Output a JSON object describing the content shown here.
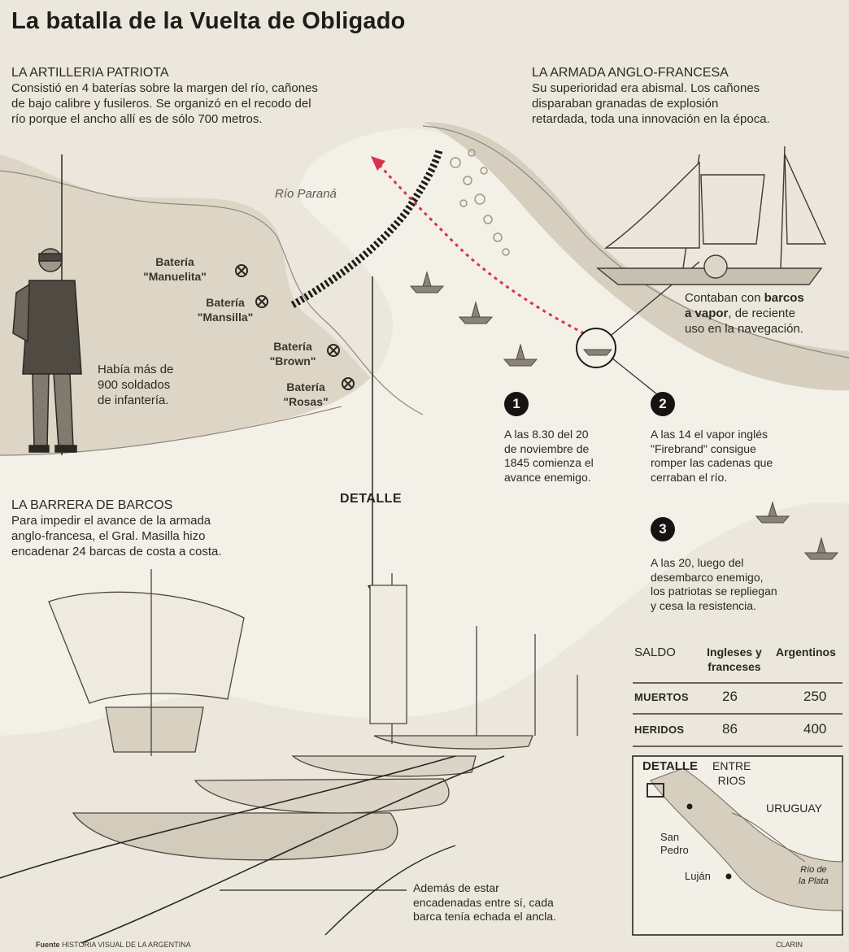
{
  "title": "La batalla de la Vuelta de Obligado",
  "artilleria": {
    "heading": "LA ARTILLERIA PATRIOTA",
    "lines": [
      "Consistió en 4 baterías sobre la margen del río, cañones",
      "de bajo calibre y fusileros. Se organizó en el recodo del",
      "río porque el ancho allí es de sólo 700 metros."
    ]
  },
  "armada": {
    "heading": "LA ARMADA ANGLO-FRANCESA",
    "lines": [
      "Su superioridad era abismal. Los cañones",
      "disparaban granadas de explosión",
      "retardada, toda una innovación en la época."
    ]
  },
  "river_label": "Río Paraná",
  "baterias": [
    {
      "line1": "Batería",
      "line2": "\"Manuelita\""
    },
    {
      "line1": "Batería",
      "line2": "\"Mansilla\""
    },
    {
      "line1": "Batería",
      "line2": "\"Brown\""
    },
    {
      "line1": "Batería",
      "line2": "\"Rosas\""
    }
  ],
  "soldados_lines": [
    "Había más de",
    "900 soldados",
    "de infantería."
  ],
  "vapor": {
    "line1_plain": "Contaban con ",
    "line1_bold": "barcos",
    "line2_bold": "a vapor",
    "line2_plain": ", de reciente",
    "line3": "uso en la navegación."
  },
  "events": [
    {
      "number": "1",
      "lines": [
        "A las 8.30 del 20",
        "de noviembre de",
        "1845 comienza el",
        "avance enemigo."
      ]
    },
    {
      "number": "2",
      "lines": [
        "A las 14 el vapor inglés",
        "\"Firebrand\" consigue",
        "romper las cadenas que",
        "cerraban el río."
      ]
    },
    {
      "number": "3",
      "lines": [
        "A las 20, luego del",
        "desembarco enemigo,",
        "los patriotas se repliegan",
        "y cesa la resistencia."
      ]
    }
  ],
  "detalle_label": "DETALLE",
  "barrera": {
    "heading": "LA BARRERA DE BARCOS",
    "lines": [
      "Para impedir el avance de la armada",
      "anglo-francesa, el Gral. Masilla hizo",
      "encadenar 24 barcas de costa a costa."
    ]
  },
  "saldo": {
    "title": "SALDO",
    "col1_line1": "Ingleses y",
    "col1_line2": "franceses",
    "col2": "Argentinos",
    "rows": [
      {
        "label": "MUERTOS",
        "ingleses": "26",
        "argentinos": "250"
      },
      {
        "label": "HERIDOS",
        "ingleses": "86",
        "argentinos": "400"
      }
    ]
  },
  "mapa": {
    "detalle": "DETALLE",
    "entre_rios_1": "ENTRE",
    "entre_rios_2": "RIOS",
    "uruguay": "URUGUAY",
    "san_pedro_1": "San",
    "san_pedro_2": "Pedro",
    "lujan": "Luján",
    "rio_plata_1": "Río de",
    "rio_plata_2": "la Plata"
  },
  "ancla_lines": [
    "Además de estar",
    "encadenadas entre sí, cada",
    "barca tenía echada el ancla."
  ],
  "source": {
    "bold": "Fuente",
    "text": " HISTORIA VISUAL DE LA ARGENTINA"
  },
  "credit": "CLARIN",
  "colors": {
    "paper": "#ece7dc",
    "river": "#f4f1ea",
    "land": "#d9d2c3",
    "ink": "#2a2723",
    "red_arrow": "#d8334a"
  }
}
